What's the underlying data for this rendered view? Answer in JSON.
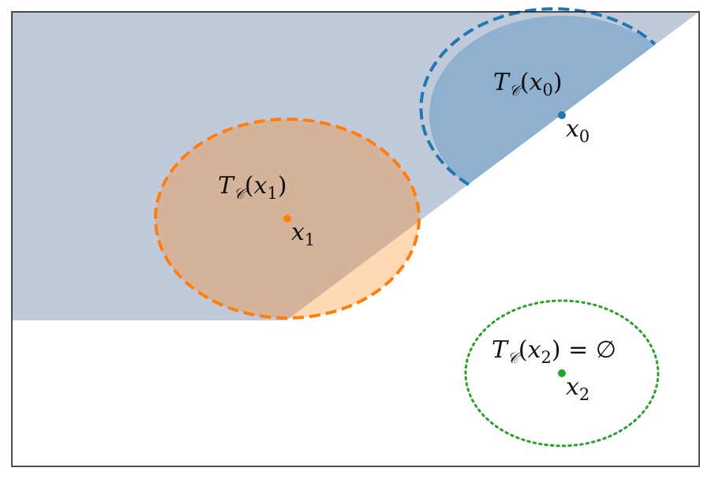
{
  "colors": {
    "region_fill": "#c0cadb",
    "blue": "#1f77b4",
    "blue_fill": "#90b0cf",
    "orange": "#ff7f0e",
    "orange_fill": "#ffd9b4",
    "orange_overlap_fill": "#d4b39a",
    "green": "#2ca02c",
    "frame": "#222222"
  },
  "labels": {
    "x0": {
      "base": "x",
      "sub": "0"
    },
    "x1": {
      "base": "x",
      "sub": "1"
    },
    "x2": {
      "base": "x",
      "sub": "2"
    },
    "t0": {
      "head": "T",
      "script": "𝒞",
      "open": "(",
      "var": "x",
      "sub": "0",
      "close": ")"
    },
    "t1": {
      "head": "T",
      "script": "𝒞",
      "open": "(",
      "var": "x",
      "sub": "1",
      "close": ")"
    },
    "t2": {
      "head": "T",
      "script": "𝒞",
      "open": "(",
      "var": "x",
      "sub": "2",
      "close": ")",
      "tail": " = ∅"
    }
  }
}
